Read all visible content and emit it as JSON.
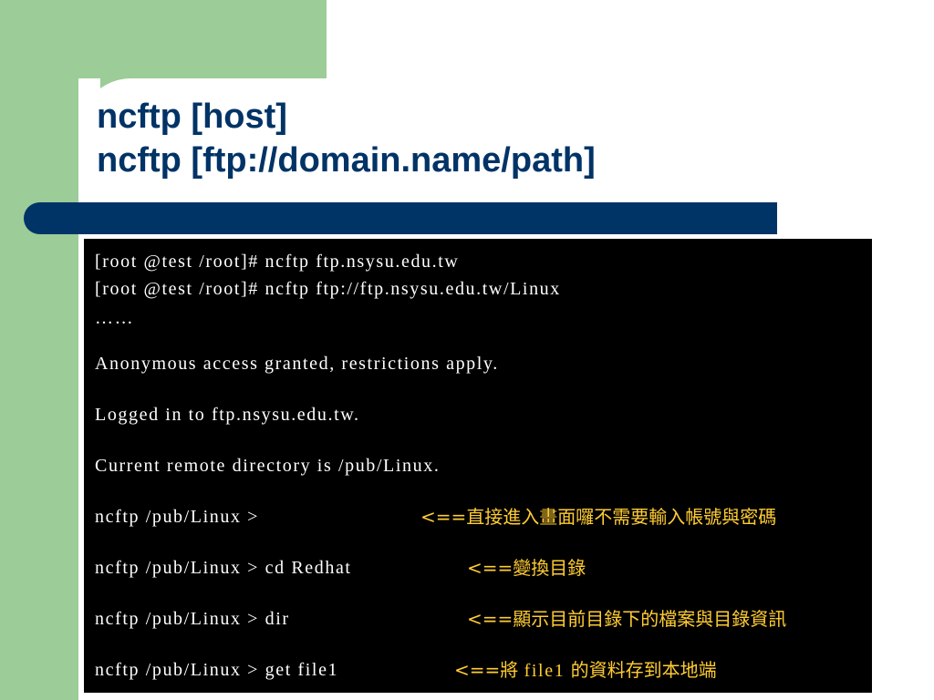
{
  "title": {
    "line1": "ncftp [host]",
    "line2": "ncftp [ftp://domain.name/path]"
  },
  "terminal": {
    "lines": [
      "[root @test /root]# ncftp ftp.nsysu.edu.tw",
      "[root @test /root]# ncftp ftp://ftp.nsysu.edu.tw/Linux",
      "……",
      "Anonymous access granted, restrictions apply.",
      "Logged in to ftp.nsysu.edu.tw.",
      "Current remote directory is /pub/Linux.",
      "ncftp /pub/Linux >",
      "ncftp /pub/Linux > cd Redhat",
      "ncftp /pub/Linux > dir",
      "ncftp /pub/Linux > get file1"
    ],
    "notes": {
      "direct_entry": "<==直接進入畫面囉不需要輸入帳號與密碼",
      "change_dir": "<==變換目錄",
      "list_dir": "<==顯示目前目錄下的檔案與目錄資訊",
      "get_prefix": "<==將 ",
      "get_file": "file1",
      "get_suffix": " 的資料存到本地端"
    }
  },
  "colors": {
    "green_block": "#9ccc98",
    "title_blue": "#003366",
    "bar_blue": "#003366",
    "terminal_bg": "#000000",
    "terminal_text": "#ffffff",
    "note_text": "#ffcc33"
  }
}
